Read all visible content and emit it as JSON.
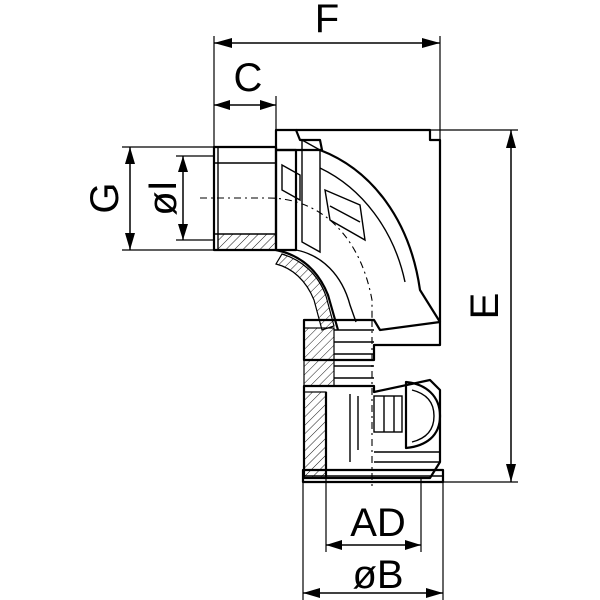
{
  "dimensions": {
    "F": "F",
    "C": "C",
    "G": "G",
    "I": "øI",
    "E": "E",
    "AD": "AD",
    "B": "øB"
  }
}
